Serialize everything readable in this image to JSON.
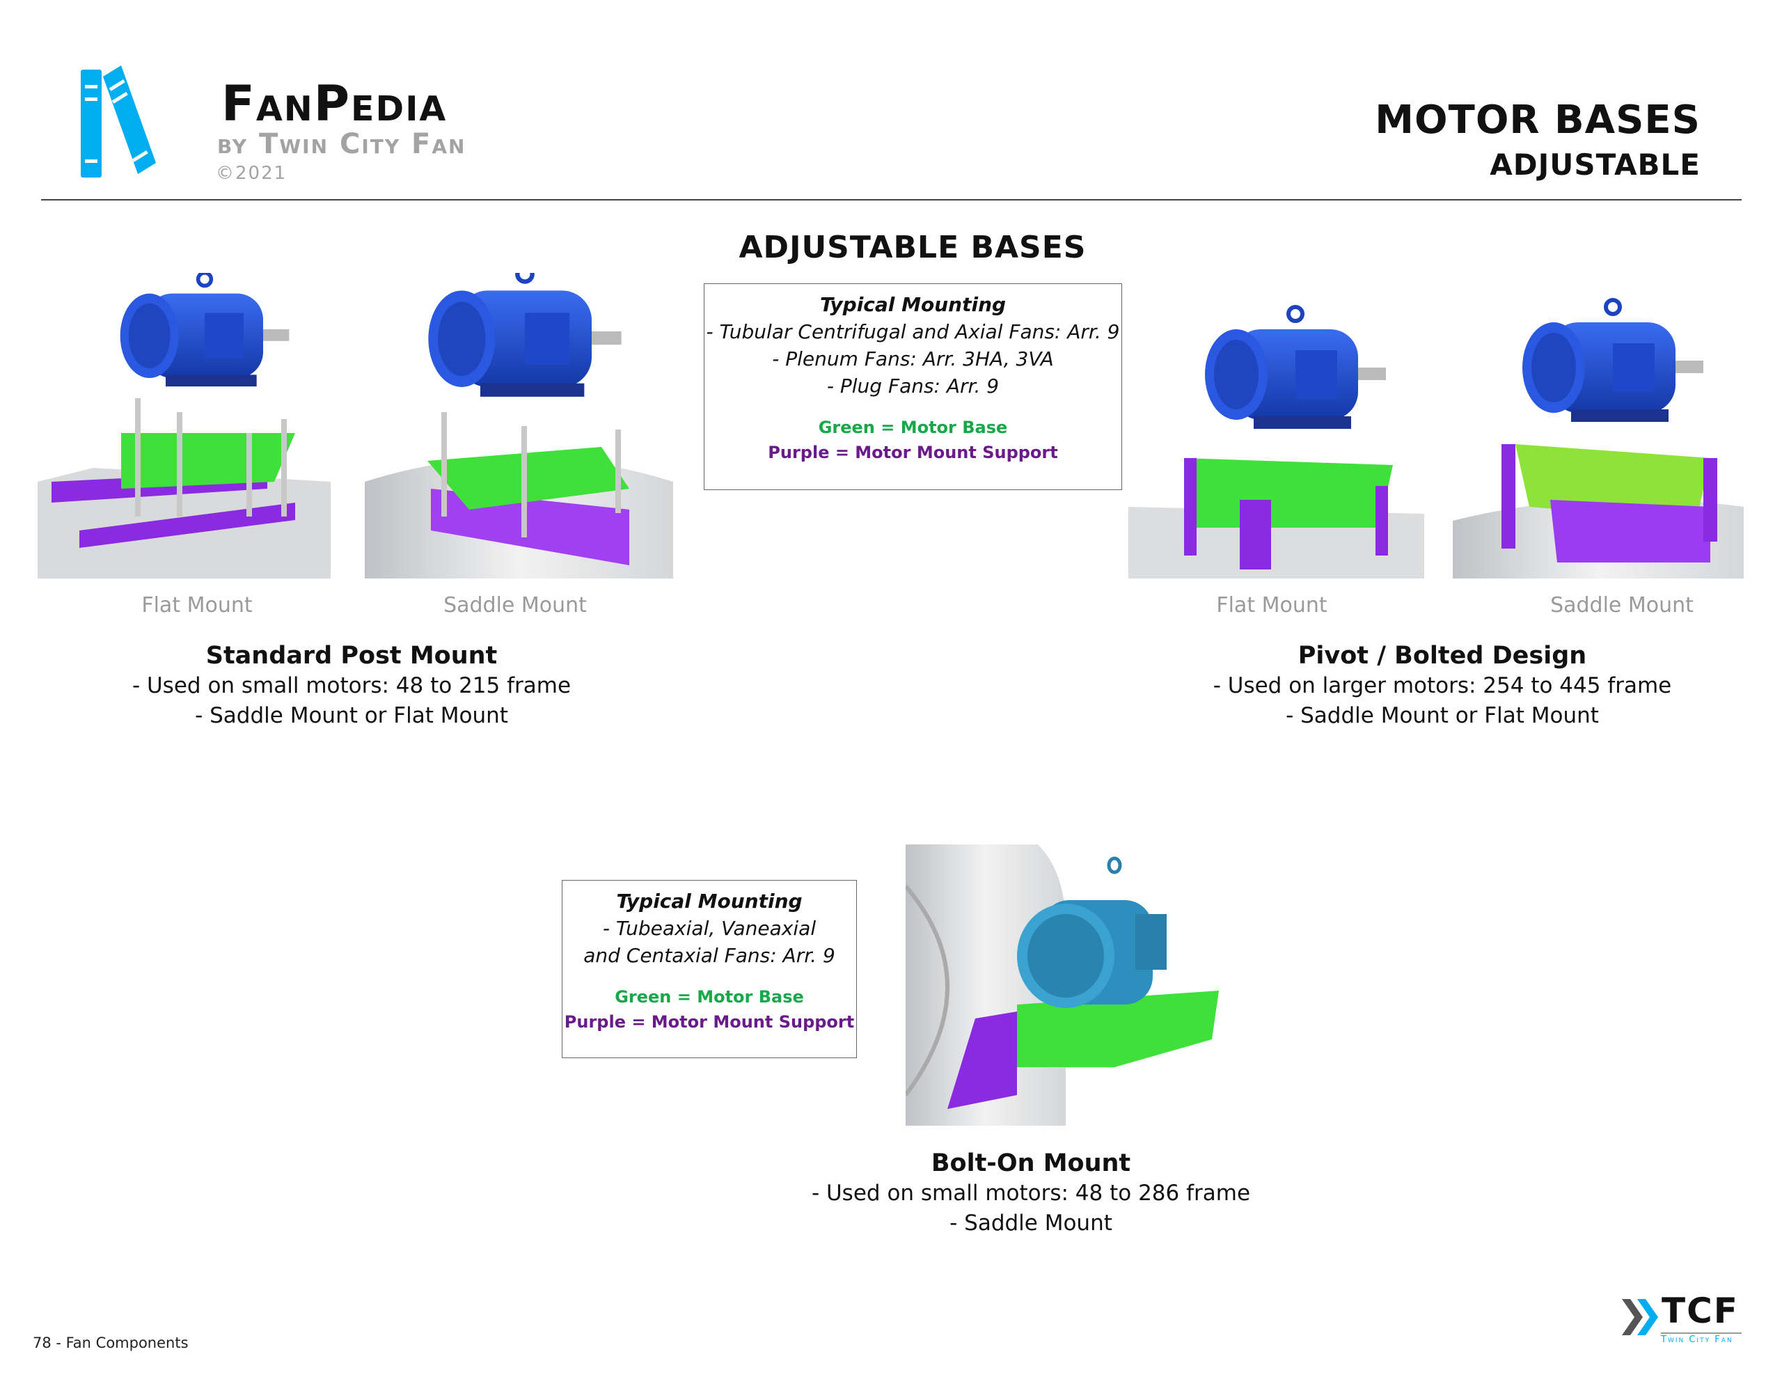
{
  "logo": {
    "title": "FanPedia",
    "subtitle": "by Twin City Fan",
    "copyright": "©2021"
  },
  "header": {
    "title": "MOTOR BASES",
    "subtitle": "ADJUSTABLE"
  },
  "section_title": "ADJUSTABLE BASES",
  "box1": {
    "heading": "Typical Mounting",
    "lines": [
      "- Tubular Centrifugal and Axial Fans: Arr. 9",
      "- Plenum Fans: Arr. 3HA, 3VA",
      "- Plug Fans: Arr. 9"
    ],
    "legend_green": "Green = Motor Base",
    "legend_purple": "Purple = Motor Mount Support"
  },
  "box2": {
    "heading": "Typical Mounting",
    "lines": [
      "- Tubeaxial, Vaneaxial",
      "and Centaxial Fans: Arr. 9"
    ],
    "legend_green": "Green = Motor Base",
    "legend_purple": "Purple = Motor Mount Support"
  },
  "captions": {
    "std_flat": "Flat Mount",
    "std_saddle": "Saddle Mount",
    "piv_flat": "Flat Mount",
    "piv_saddle": "Saddle Mount"
  },
  "standard": {
    "title": "Standard Post Mount",
    "lines": [
      "- Used on small motors: 48 to 215 frame",
      "- Saddle Mount or Flat Mount"
    ]
  },
  "pivot": {
    "title": "Pivot / Bolted Design",
    "lines": [
      "- Used on larger motors: 254 to 445 frame",
      "- Saddle Mount or Flat Mount"
    ]
  },
  "bolton": {
    "title": "Bolt-On Mount",
    "lines": [
      "- Used on small motors: 48 to 286 frame",
      "- Saddle Mount"
    ]
  },
  "footer": {
    "page": "78 - Fan Components"
  },
  "tcf_logo": {
    "name": "TCF",
    "sub": "Twin City Fan"
  },
  "colors": {
    "base_green": "#3fe03a",
    "support_purple": "#8a2be2",
    "motor_blue": "#1f4fd6",
    "logo_blue": "#00aeef"
  }
}
